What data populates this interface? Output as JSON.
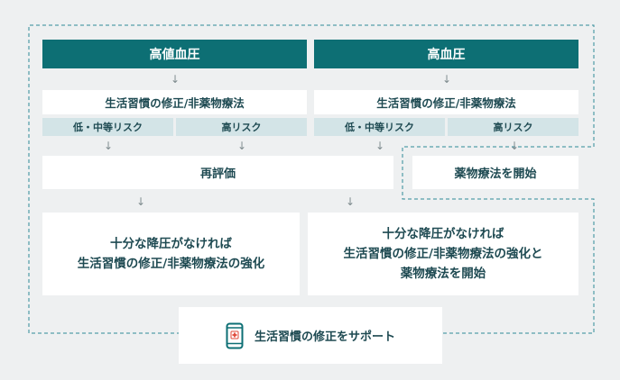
{
  "headers": {
    "left": "高値血圧",
    "right": "高血圧"
  },
  "lifestyle_left": "生活習慣の修正/非薬物療法",
  "lifestyle_right": "生活習慣の修正/非薬物療法",
  "risks": {
    "low_mid": "低・中等リスク",
    "high": "高リスク"
  },
  "reevaluate": "再評価",
  "start_drug": "薬物療法を開始",
  "arrow_glyph": "↓",
  "outcome_left": {
    "line1": "十分な降圧がなければ",
    "line2": "生活習慣の修正/非薬物療法の強化"
  },
  "outcome_right": {
    "line1": "十分な降圧がなければ",
    "line2": "生活習慣の修正/非薬物療法の強化と",
    "line3": "薬物療法を開始"
  },
  "support": {
    "label": "生活習慣の修正をサポート",
    "icon": "smartphone-medical-icon"
  },
  "colors": {
    "header_bg": "#0d6f74",
    "risk_bg": "#d3e4e7",
    "text": "#1e4a52",
    "accent_red": "#e04a3a",
    "dashed": "#2f8a98",
    "background": "#eef0f1"
  }
}
